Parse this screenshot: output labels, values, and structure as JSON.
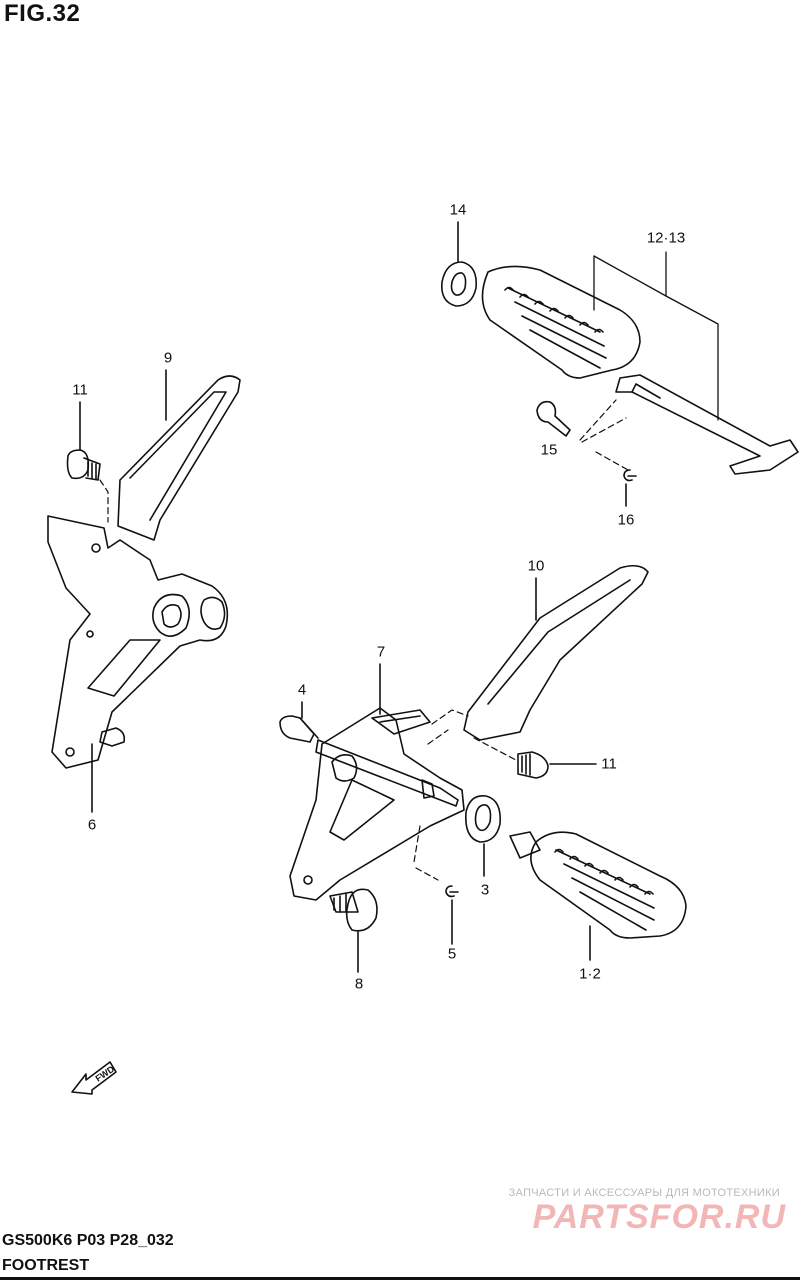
{
  "figure": {
    "title": "FIG.32"
  },
  "labels": {
    "p14": "14",
    "p12_13": "12·13",
    "p9": "9",
    "p11a": "11",
    "p15": "15",
    "p16": "16",
    "p10": "10",
    "p7": "7",
    "p4": "4",
    "p11b": "11",
    "p6": "6",
    "p3": "3",
    "p5": "5",
    "p8": "8",
    "p1_2": "1·2"
  },
  "direction_marker": {
    "text": "FWD"
  },
  "footer": {
    "model_code": "GS500K6 P03 P28_032",
    "section": "FOOTREST"
  },
  "watermark": {
    "tagline": "ЗАПЧАСТИ И АКСЕССУАРЫ ДЛЯ МОТОТЕХНИКИ",
    "brand": "PARTSFOR.RU"
  }
}
